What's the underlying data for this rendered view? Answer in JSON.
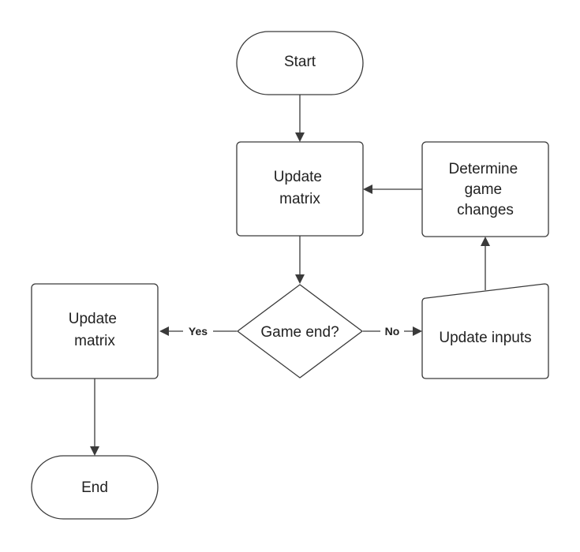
{
  "nodes": {
    "start": {
      "lines": [
        "Start"
      ]
    },
    "update_matrix_top": {
      "lines": [
        "Update",
        "matrix"
      ]
    },
    "determine_changes": {
      "lines": [
        "Determine",
        "game",
        "changes"
      ]
    },
    "game_end": {
      "lines": [
        "Game end?"
      ]
    },
    "update_matrix_left": {
      "lines": [
        "Update",
        "matrix"
      ]
    },
    "update_inputs": {
      "lines": [
        "Update inputs"
      ]
    },
    "end": {
      "lines": [
        "End"
      ]
    }
  },
  "edges": {
    "yes_label": "Yes",
    "no_label": "No"
  }
}
